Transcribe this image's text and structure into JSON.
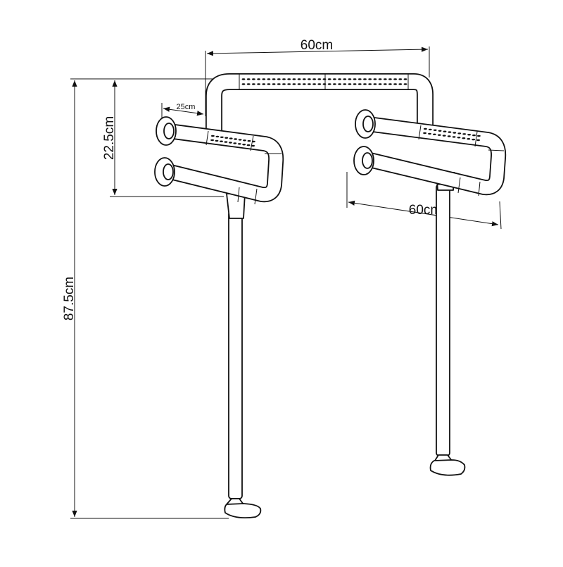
{
  "dimensions": {
    "top_width": "60cm",
    "side_depth": "60cm",
    "short_offset": "25cm",
    "rail_height": "22.5cm",
    "total_height": "87.5cm"
  },
  "colors": {
    "line": "#111111",
    "background": "#ffffff"
  }
}
